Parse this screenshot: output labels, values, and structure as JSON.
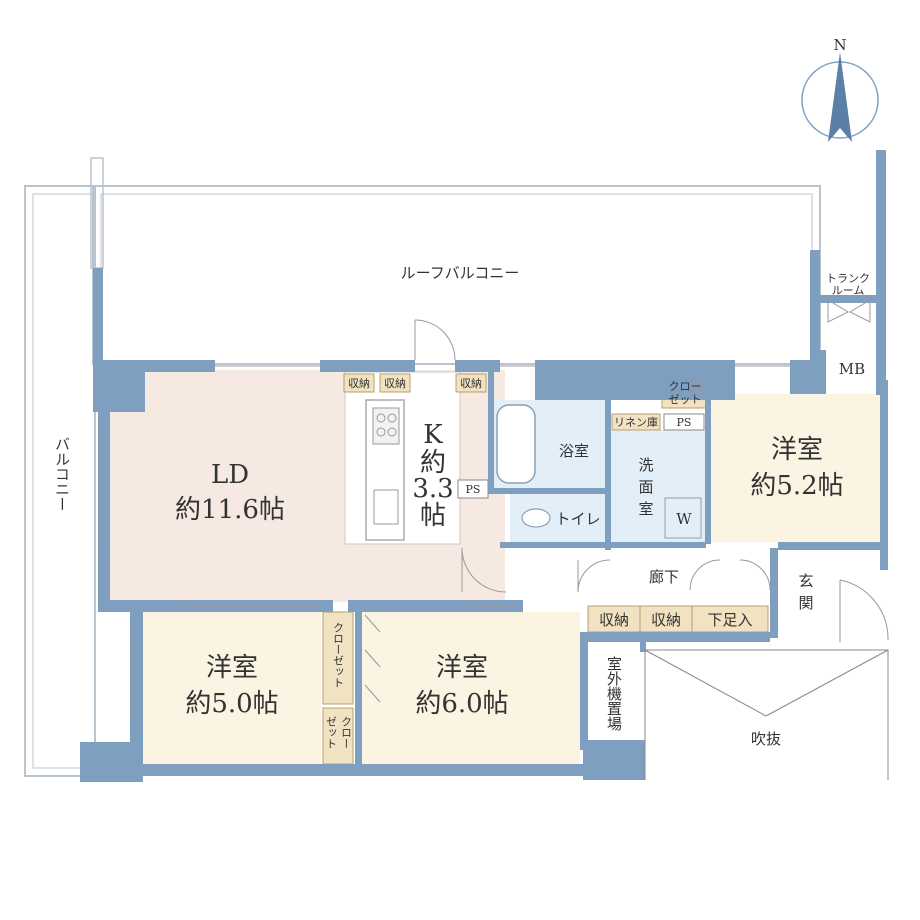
{
  "compass": {
    "north_label": "N"
  },
  "colors": {
    "wall": "#7f9fc0",
    "ld_floor": "#f6e9e2",
    "room_floor": "#fbf4e2",
    "wet_floor": "#e2eff8",
    "closet_fill": "#f1e2c2",
    "outline": "#b8c4cf",
    "label_text": "#333333"
  },
  "labels": {
    "roof_balcony": "ルーフバルコニー",
    "balcony": "バルコニー",
    "trunk_room_line1": "トランク",
    "trunk_room_line2": "ルーム",
    "mb": "MB",
    "ld_name": "LD",
    "ld_size": "約11.6帖",
    "kitchen_k": "K",
    "kitchen_yaku": "約",
    "kitchen_num": "3.3",
    "kitchen_jo": "帖",
    "storage": "収納",
    "ps": "PS",
    "bathroom": "浴室",
    "linen": "リネン庫",
    "washroom_line1": "洗",
    "washroom_line2": "面",
    "washroom_line3": "室",
    "washer": "W",
    "toilet": "トイレ",
    "closet_line1": "クロー",
    "closet_line2": "ゼット",
    "closet_vertical": "クローゼット",
    "western_room": "洋室",
    "room_ne_size": "約5.2帖",
    "room_sw_size": "約5.0帖",
    "room_sc_size": "約6.0帖",
    "corridor": "廊下",
    "shoe_storage": "下足入",
    "entrance_line1": "玄",
    "entrance_line2": "関",
    "outdoor_unit_space": "室外機置場",
    "void": "吹抜"
  }
}
